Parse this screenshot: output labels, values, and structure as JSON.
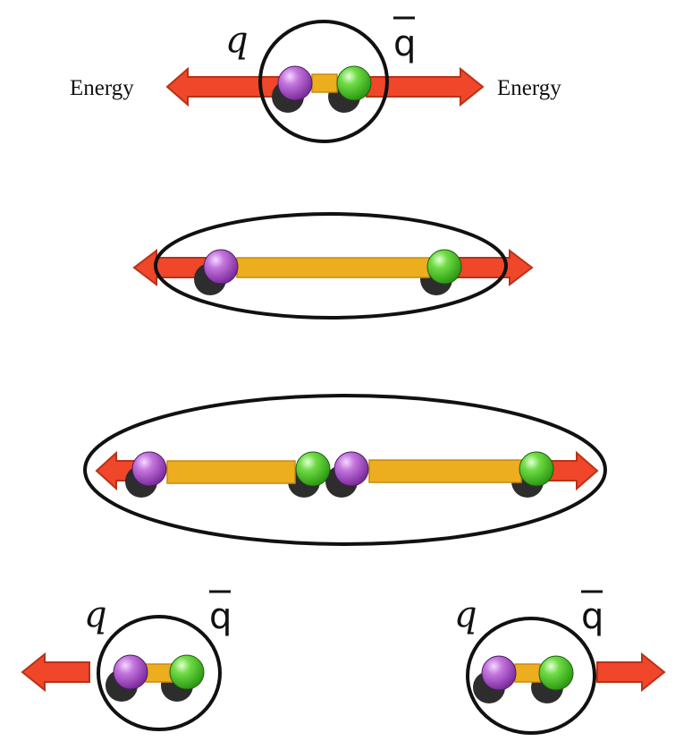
{
  "labels": {
    "quark": "q",
    "antiquark": "q",
    "energy_left": "Energy",
    "energy_right": "Energy"
  },
  "colors": {
    "arrow": "#f0462a",
    "arrow_edge": "#b83218",
    "flux_tube": "#ecae1e",
    "flux_tube_edge": "#c98a10",
    "quark": "#b65cd3",
    "antiquark": "#62d63a",
    "shadow": "#2d2d2d",
    "outline": "#111111"
  },
  "icons": {
    "quark": "purple-sphere-icon",
    "antiquark": "green-sphere-icon",
    "energy_arrow": "red-arrow-icon",
    "gluon_field": "orange-bar-icon",
    "hadron": "ellipse-outline-icon"
  }
}
